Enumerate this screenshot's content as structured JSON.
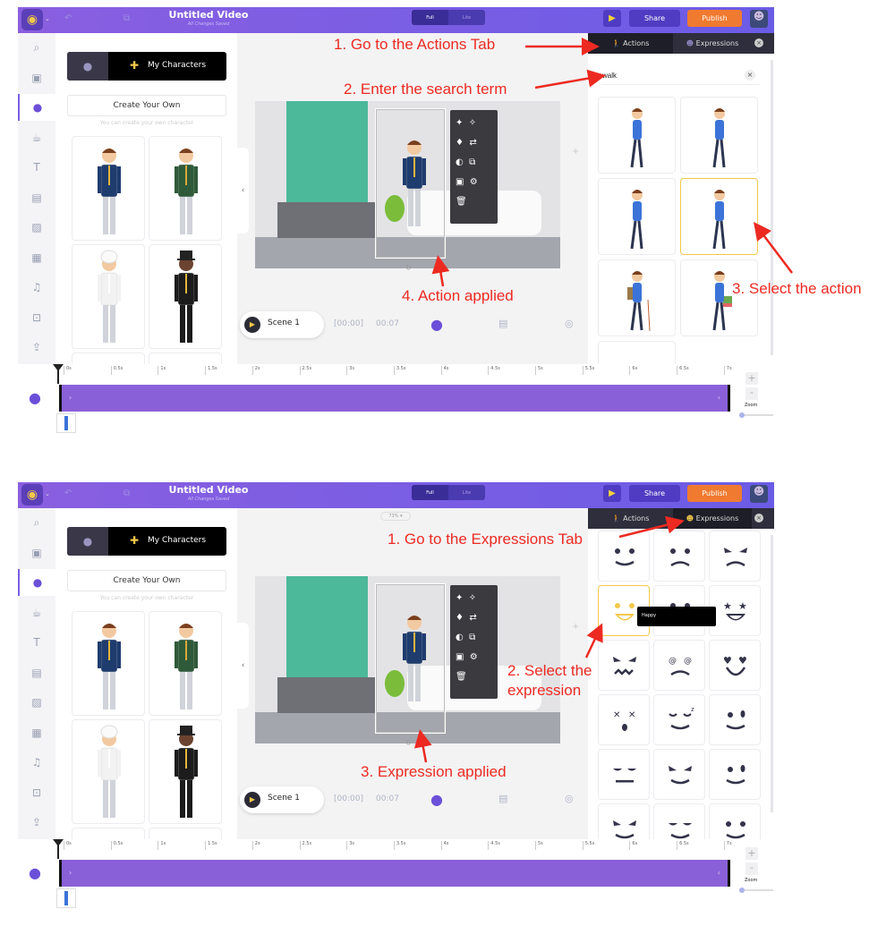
{
  "app": {
    "title": "Untitled Video",
    "saved_status": "All Changes Saved",
    "view_modes": [
      "Full",
      "Lite"
    ],
    "active_view_mode": "Full",
    "share_label": "Share",
    "publish_label": "Publish",
    "my_characters_label": "My Characters",
    "create_own_label": "Create Your Own",
    "create_own_hint": "You can create your own character",
    "scene_label": "Scene 1",
    "time_current": "[00:00]",
    "time_duration": "00:07",
    "tabs": [
      "Actions",
      "Expressions"
    ],
    "ruler": [
      "0s",
      "0.5s",
      "1s",
      "1.5s",
      "2s",
      "2.5s",
      "3s",
      "3.5s",
      "4s",
      "4.5s",
      "5s",
      "5.5s",
      "6s",
      "6.5s",
      "7s"
    ],
    "zoom_label": "Zoom",
    "zoom_minus": "-",
    "zoom_plus": "+",
    "characters": [
      "blue-suit-man",
      "green-suit-man",
      "chef",
      "top-hat-man",
      "",
      ""
    ],
    "rail_icons": [
      "search-icon",
      "media-icon",
      "character-icon",
      "props-icon",
      "text-icon",
      "background-icon",
      "image-icon",
      "video-icon",
      "music-icon",
      "effects-icon",
      "upload-icon"
    ],
    "colors": {
      "brand": "#7b5fe3",
      "publish": "#f07a30",
      "annotation": "#ec2a22",
      "selected": "#f3c84a"
    }
  },
  "panels": [
    {
      "active_tab": "Actions",
      "search_value": "walk",
      "actions": [
        "walk",
        "walk-front",
        "walk-side",
        "walk-selected",
        "hike",
        "walk-with-books",
        "empty"
      ],
      "selected_action_index": 3,
      "annotations": [
        {
          "text": "1. Go to the Actions Tab"
        },
        {
          "text": "2. Enter the search term"
        },
        {
          "text": "3. Select the action"
        },
        {
          "text": "4. Action applied"
        }
      ]
    },
    {
      "active_tab": "Expressions",
      "canvas_zoom": "73%",
      "tooltip": "Happy",
      "expressions": [
        "smile",
        "sad",
        "angry",
        "happy",
        "neutral-dots",
        "star-eyes",
        "furious",
        "dizzy",
        "love",
        "shocked",
        "sleepy",
        "smirk",
        "bored",
        "evil-grin",
        "wink",
        "sly",
        "squint",
        "suspicious"
      ],
      "selected_expression_index": 3,
      "annotations": [
        {
          "text": "1. Go to the Expressions Tab"
        },
        {
          "text": "2. Select the"
        },
        {
          "text": "expression"
        },
        {
          "text": "3. Expression applied"
        }
      ]
    }
  ]
}
